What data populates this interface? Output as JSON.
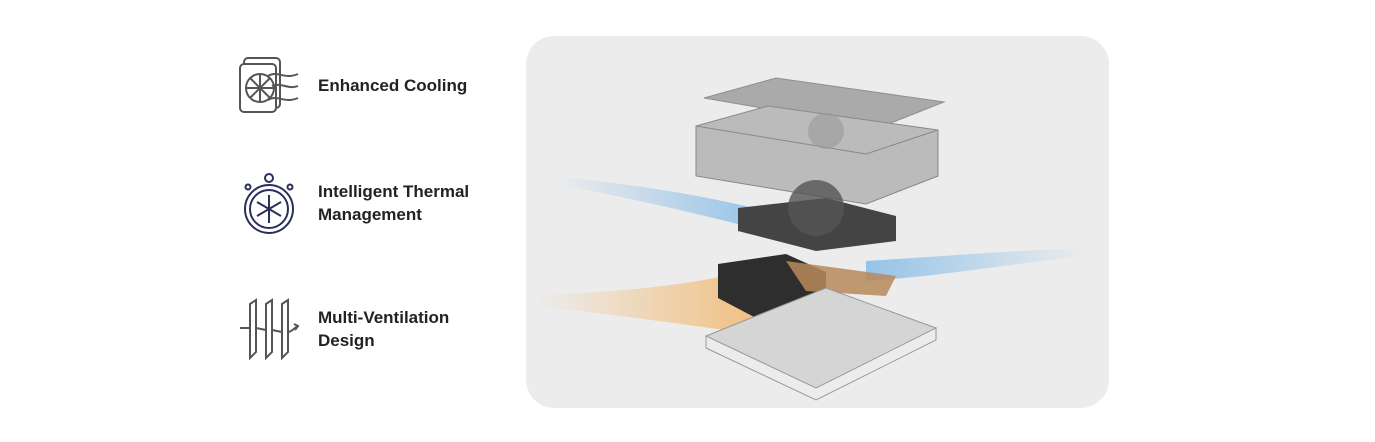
{
  "features": [
    {
      "label_line1": "Enhanced Cooling",
      "label_line2": "",
      "icon": "fan-airflow-icon"
    },
    {
      "label_line1": "Intelligent Thermal",
      "label_line2": "Management",
      "icon": "stopwatch-snowflake-icon"
    },
    {
      "label_line1": "Multi-Ventilation",
      "label_line2": "Design",
      "icon": "ventilation-panels-icon"
    }
  ],
  "colors": {
    "icon_gray": "#555555",
    "icon_navy": "#2a2f5c",
    "airflow_blue": "#7fb8e8",
    "airflow_orange": "#f2b66a",
    "panel_bg": "#ececec"
  }
}
